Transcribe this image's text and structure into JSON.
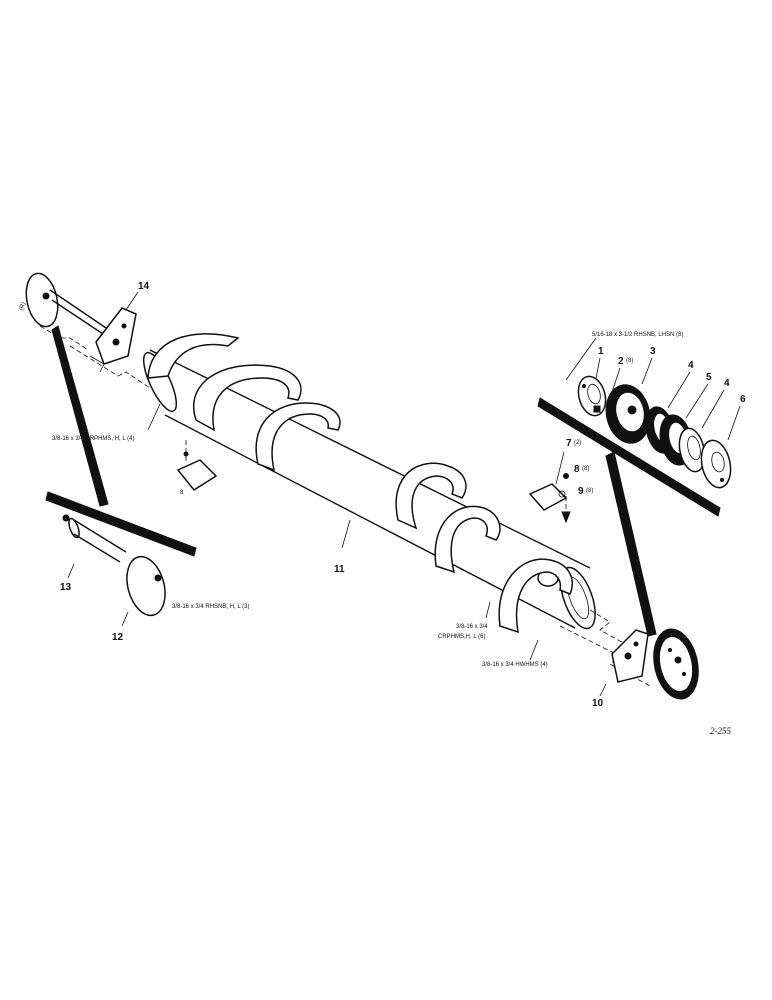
{
  "labels": {
    "p1": "1",
    "p2": "2",
    "p2_qty": "(8)",
    "p3": "3",
    "p4a": "4",
    "p4b": "4",
    "p5": "5",
    "p6": "6",
    "p7": "7",
    "p7_qty": "(2)",
    "p8": "8",
    "p8_qty": "(8)",
    "p9": "9",
    "p9_qty": "(8)",
    "p10": "10",
    "p11": "11",
    "p12": "12",
    "p13": "13",
    "p14": "14",
    "p8_left": "8"
  },
  "specs": {
    "s_top_right": "5/16-18 x 3-1/2 RHSNB, LHSN (8)",
    "s_left_mid": "3/8-16 x 3/4 CRPHMS, H, L (4)",
    "s_left_inset": "3/8-16 x 3/4 RHSNB, H, L (3)",
    "s_center_1": "3/8-16 x 3/4",
    "s_center_2": "CRPHMS,H, L (6)",
    "s_center_3": "3/8-16 x 3/4 HWHMS (4)"
  },
  "edge_mark": "(R)",
  "figure_ref": "2-255"
}
